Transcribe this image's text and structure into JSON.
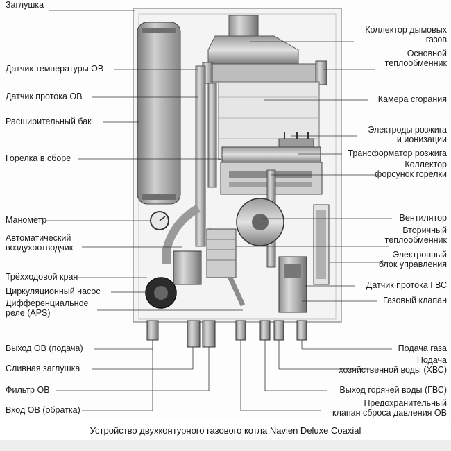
{
  "diagram": {
    "caption": "Устройство двухконтурного газового котла Navien Deluxe Coaxial",
    "left_labels": [
      "Заглушка",
      "Датчик температуры ОВ",
      "Датчик протока ОВ",
      "Расширительный бак",
      "Горелка в сборе",
      "Манометр",
      "Автоматический\nвоздухоотводчик",
      "Трёхходовой кран",
      "Циркуляционный насос",
      "Дифференциальное\nреле (APS)",
      "Выход ОВ (подача)",
      "Сливная заглушка",
      "Фильтр ОВ",
      "Вход ОВ (обратка)"
    ],
    "right_labels": [
      "Коллектор дымовых\nгазов",
      "Основной\nтеплообменник",
      "Камера сгорания",
      "Электроды розжига\nи ионизации",
      "Трансформатор розжига",
      "Коллектор\nфорсунок горелки",
      "Вентилятор",
      "Вторичный\nтеплообменник",
      "Электронный\nблок управления",
      "Датчик протока ГВС",
      "Газовый клапан",
      "Подача газа",
      "Подача\nхозяйственной воды (ХВС)",
      "Выход горячей воды (ГВС)",
      "Предохранительный\nклапан сброса давления ОВ"
    ]
  }
}
